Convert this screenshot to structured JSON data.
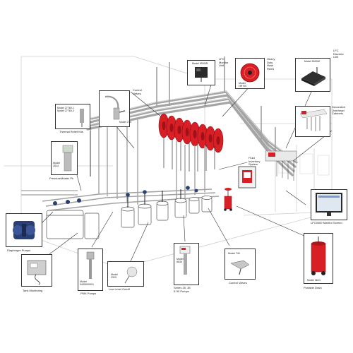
{
  "labels": {
    "model_5000ir": "Model 5000IR",
    "lfc_monitor": "LFC\nMonitor\nUnit",
    "heavy_duty_reels": "Heavy\nDuty\nHose\nReels",
    "model_hr": "Model\nHR700",
    "model_5000m": "Model 5000M",
    "lfc_discrete": "LFC\nDiscrete\nUnit",
    "control_valves": "Control\nValves",
    "model_2776": "Model 27760-1\nModel 27760-2",
    "thermal_relief": "Thermal Relief Kits",
    "model_774": "Model 774",
    "decorative_cabinets": "Decorative\nOverhead\nCabinets",
    "model_2814": "Model\n2814",
    "pressuremaster": "PressureMaster Pk",
    "fluid_inventory": "Fluid\nInventory\nSystem",
    "lfc5000_monitor": "LFC5000 Monitor Screen",
    "diaphragm_pumps": "Diaphragm Pumps",
    "tank_monitoring": "Tank Monitoring",
    "pmk_model": "Model\n9495000001",
    "pmk_pumps": "PMK Pumps",
    "model_3315": "Model\n3315",
    "low_level_cutoff": "Low Level Cutoff",
    "model_6634": "Model\n6634",
    "series_pumps": "Series 25, 35\n& 50 Pumps",
    "model_740": "Model 740",
    "control_valves_2": "Control Valves",
    "model_3624": "Model 3624",
    "portable_drain": "Portable Drain"
  },
  "colors": {
    "reel_red": "#d81f26",
    "pipe_gray": "#9a9a9a",
    "line_dark": "#333333",
    "tank_blue": "#2a3f73",
    "wall_gray": "#bdbdbd"
  }
}
